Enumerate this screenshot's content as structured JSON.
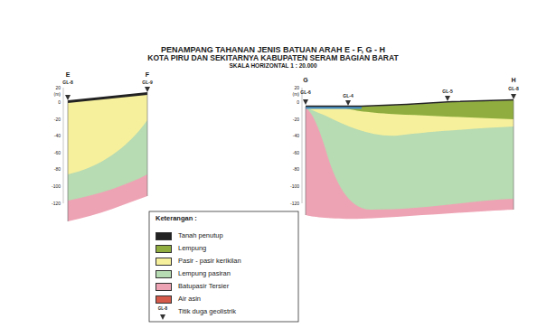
{
  "diagram": {
    "title": "PENAMPANG TAHANAN JENIS BATUAN ARAH E - F, G - H",
    "labels": [
      "KOTA PIRU DAN SEKITARNYA KABUPATEN SERAM BAGIAN BARAT",
      "SKALA HORIZONTAL 1 : 20.000",
      "E",
      "F",
      "GL-8",
      "GL-9",
      "20",
      "(m)",
      "0",
      "-20",
      "-40",
      "-60",
      "-80",
      "-100",
      "-120",
      "G",
      "H",
      "GL-6",
      "GL-4",
      "GL-5",
      "GL-8",
      "20",
      "(m)",
      "0",
      "-20",
      "-40",
      "-60",
      "-80",
      "-100",
      "-120",
      "Keterangan :",
      "GL-8"
    ],
    "legend": [
      {
        "text": "Tanah penutup",
        "color": "#222222"
      },
      {
        "text": "Lempung",
        "color": "#8fae3f"
      },
      {
        "text": "Pasir - pasir kerikilan",
        "color": "#f6f09c"
      },
      {
        "text": "Lempung pasiran",
        "color": "#b7dbb2"
      },
      {
        "text": "Batupasir Tersier",
        "color": "#eea3b4"
      },
      {
        "text": "Air asin",
        "color": "#d65a4a"
      },
      {
        "text": "Titik duga geolistrik"
      }
    ]
  }
}
